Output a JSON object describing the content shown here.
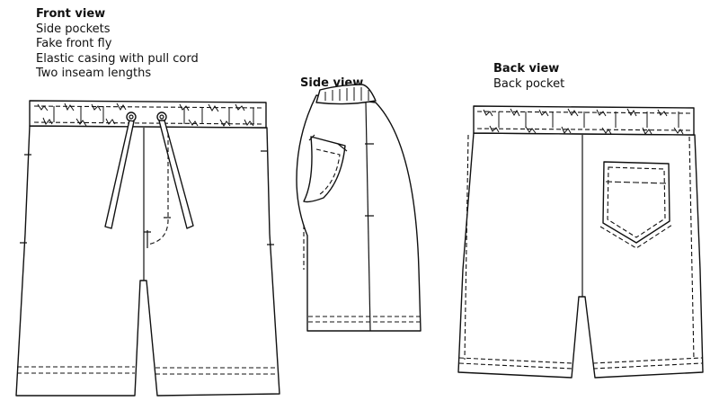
{
  "front": {
    "title": "Front view",
    "features": [
      "Side pockets",
      "Fake front fly",
      "Elastic casing with pull cord",
      "Two inseam lengths"
    ]
  },
  "side": {
    "title": "Side view"
  },
  "back": {
    "title": "Back view",
    "features": [
      "Back pocket"
    ]
  }
}
